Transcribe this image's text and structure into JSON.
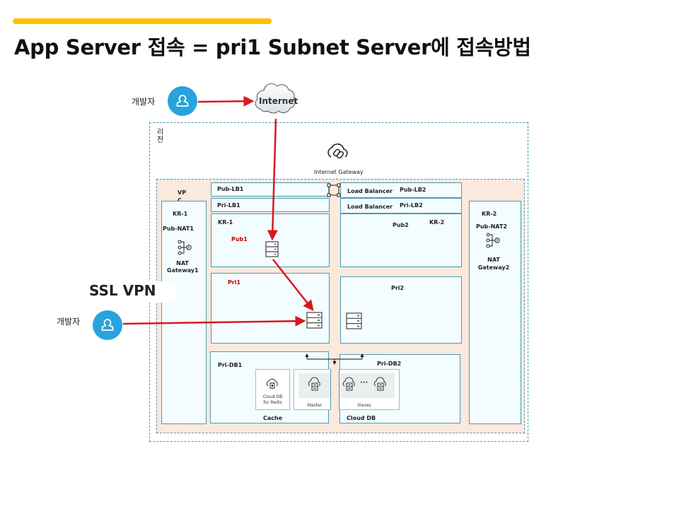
{
  "slide": {
    "accent_color": "#FFC000",
    "title": "App Server 접속 = pri1 Subnet Server에 접속방법"
  },
  "actors": {
    "developer_top": {
      "label": "개발자",
      "icon": "user-icon"
    },
    "developer_vpn": {
      "label": "개발자",
      "icon": "user-icon"
    },
    "ssl_vpn_label": "SSL VPN"
  },
  "internet": {
    "label": "Internet",
    "icon": "cloud-icon"
  },
  "region": {
    "label_line1": "리",
    "label_line2": "전"
  },
  "internet_gateway": {
    "label": "Internet Gateway",
    "icon": "cloud-link-icon"
  },
  "vpc": {
    "label_line1": "VP",
    "label_line2": "C"
  },
  "left_nat": {
    "zone": "KR-1",
    "subnet": "Pub-NAT1",
    "name_line1": "NAT",
    "name_line2": "Gateway1"
  },
  "right_nat": {
    "zone": "KR-2",
    "subnet": "Pub-NAT2",
    "name_line1": "NAT",
    "name_line2": "Gateway2"
  },
  "load_balancers": {
    "pub_lb1": "Pub-LB1",
    "pri_lb1": "Pri-LB1",
    "pub_lb2": "Pub-LB2",
    "pri_lb2": "Pri-LB2",
    "lb_label_top": "Load Balancer",
    "lb_label_bottom": "Load Balancer"
  },
  "subnets": {
    "pub1": {
      "zone": "KR-1",
      "name": "Pub1"
    },
    "pub2": {
      "zone": "KR-2",
      "name": "Pub2"
    },
    "pri1": {
      "name": "Pri1"
    },
    "pri2": {
      "name": "Pri2"
    },
    "pri_db1": {
      "name": "Pri-DB1",
      "group": "Cache"
    },
    "pri_db2": {
      "name": "Pri-DB2",
      "group": "Cloud DB"
    }
  },
  "db": {
    "redis_line1": "Cloud DB",
    "redis_line2": "for Redis",
    "master": "Master",
    "slaves": "Slaves",
    "ellipsis": "···"
  },
  "colors": {
    "arrow": "#d71920",
    "border": "#4a9bb5",
    "vpc_fill": "#fbe9dd",
    "subnet_fill": "#f3fcfe",
    "avatar": "#29a3dd"
  }
}
